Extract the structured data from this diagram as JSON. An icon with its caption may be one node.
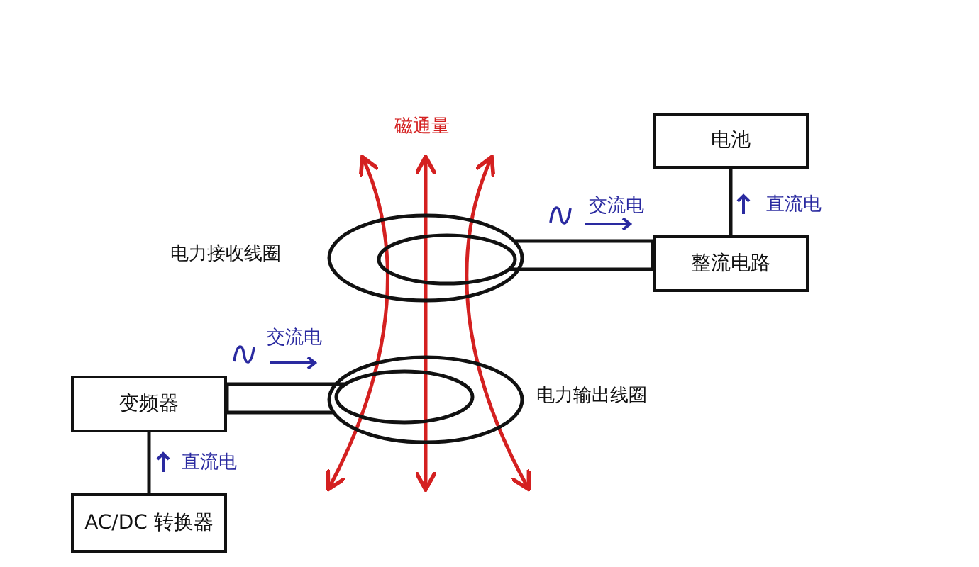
{
  "diagram": {
    "nodes": [
      {
        "text": [
          "电池"
        ]
      },
      {
        "text": [
          "整流电路"
        ]
      },
      {
        "text": [
          "变频器"
        ]
      },
      {
        "text": [
          "AC/DC 转换器"
        ]
      },
      {
        "text": [
          "电力接收线圈"
        ]
      },
      {
        "text": [
          "电力输出线圈"
        ]
      }
    ],
    "edges": [
      {
        "from": 1,
        "to": 0,
        "arrow": "none",
        "label": "直流电"
      },
      {
        "from": 4,
        "to": 1,
        "arrow": "none",
        "label": "交流电"
      },
      {
        "from": 2,
        "to": 5,
        "arrow": "none",
        "label": "交流电"
      },
      {
        "from": 3,
        "to": 2,
        "arrow": "none",
        "label": "直流电"
      }
    ],
    "labels": [
      "磁通量"
    ]
  }
}
